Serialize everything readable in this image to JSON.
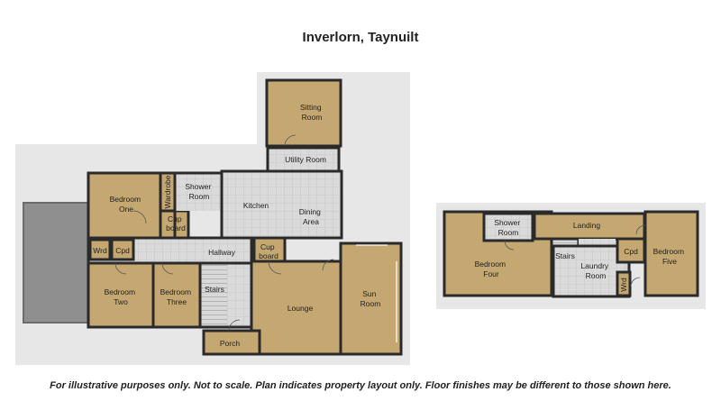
{
  "title": "Inverlorn, Taynuilt",
  "disclaimer": "For illustrative purposes only. Not to scale. Plan indicates property layout only. Floor finishes may be different to those shown here.",
  "ground_floor": {
    "rooms": [
      {
        "key": "sitting",
        "lines": [
          "Sitting",
          "Room"
        ]
      },
      {
        "key": "utility",
        "lines": [
          "Utility Room"
        ]
      },
      {
        "key": "bed1",
        "lines": [
          "Bedroom",
          "One"
        ]
      },
      {
        "key": "wardrobe",
        "lines": [
          "Wardrobe"
        ]
      },
      {
        "key": "shower1",
        "lines": [
          "Shower",
          "Room"
        ]
      },
      {
        "key": "kitchen",
        "lines": [
          "Kitchen"
        ]
      },
      {
        "key": "dining",
        "lines": [
          "Dining",
          "Area"
        ]
      },
      {
        "key": "cupboard1",
        "lines": [
          "Cup",
          "board"
        ]
      },
      {
        "key": "wrd1",
        "lines": [
          "Wrd"
        ]
      },
      {
        "key": "cpd1",
        "lines": [
          "Cpd"
        ]
      },
      {
        "key": "hallway",
        "lines": [
          "Hallway"
        ]
      },
      {
        "key": "cupboard2",
        "lines": [
          "Cup",
          "board"
        ]
      },
      {
        "key": "bed2",
        "lines": [
          "Bedroom",
          "Two"
        ]
      },
      {
        "key": "bed3",
        "lines": [
          "Bedroom",
          "Three"
        ]
      },
      {
        "key": "stairs1",
        "lines": [
          "Stairs"
        ]
      },
      {
        "key": "lounge",
        "lines": [
          "Lounge"
        ]
      },
      {
        "key": "sun",
        "lines": [
          "Sun",
          "Room"
        ]
      },
      {
        "key": "porch",
        "lines": [
          "Porch"
        ]
      }
    ]
  },
  "first_floor": {
    "rooms": [
      {
        "key": "shower2",
        "lines": [
          "Shower",
          "Room"
        ]
      },
      {
        "key": "landing",
        "lines": [
          "Landing"
        ]
      },
      {
        "key": "bed4",
        "lines": [
          "Bedroom",
          "Four"
        ]
      },
      {
        "key": "stairs2",
        "lines": [
          "Stairs"
        ]
      },
      {
        "key": "laundry",
        "lines": [
          "Laundry",
          "Room"
        ]
      },
      {
        "key": "cpd2",
        "lines": [
          "Cpd"
        ]
      },
      {
        "key": "bed5",
        "lines": [
          "Bedroom",
          "Five"
        ]
      },
      {
        "key": "wrd2",
        "lines": [
          "Wrd"
        ]
      }
    ]
  },
  "colors": {
    "carpet": "#c5a871",
    "tile": "#d9d9d9",
    "garage": "#8f8f8f",
    "outline": "#e7e7e7",
    "wall": "#2a2a2a"
  }
}
